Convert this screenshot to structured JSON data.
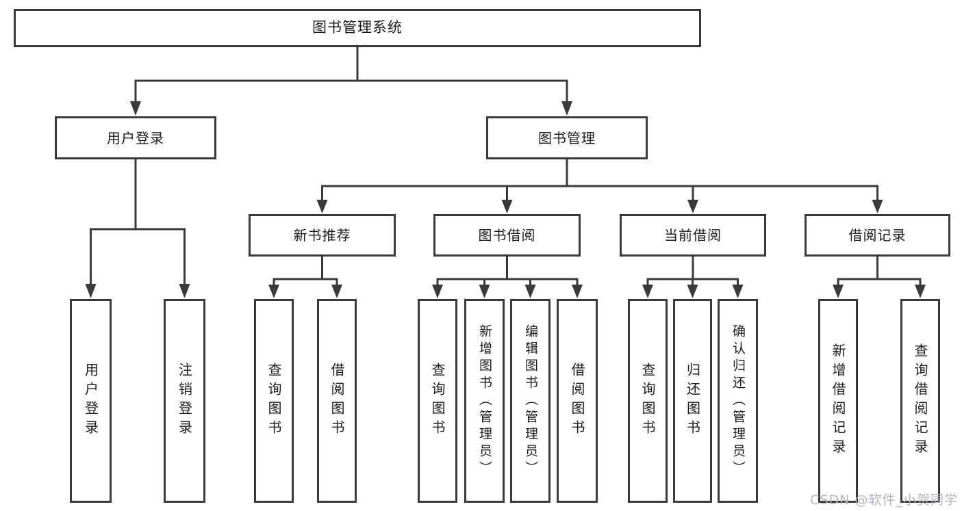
{
  "diagram": {
    "root": {
      "label": "图书管理系统"
    },
    "level2": [
      {
        "label": "用户登录"
      },
      {
        "label": "图书管理"
      }
    ],
    "level3": [
      {
        "label": "新书推荐",
        "parent": "图书管理"
      },
      {
        "label": "图书借阅",
        "parent": "图书管理"
      },
      {
        "label": "当前借阅",
        "parent": "图书管理"
      },
      {
        "label": "借阅记录",
        "parent": "图书管理"
      }
    ],
    "leaves": [
      {
        "label": "用户登录",
        "parent": "用户登录"
      },
      {
        "label": "注销登录",
        "parent": "用户登录"
      },
      {
        "label": "查询图书",
        "parent": "新书推荐"
      },
      {
        "label": "借阅图书",
        "parent": "新书推荐"
      },
      {
        "label": "查询图书",
        "parent": "图书借阅"
      },
      {
        "label": "新增图书（管理员）",
        "parent": "图书借阅"
      },
      {
        "label": "编辑图书（管理员）",
        "parent": "图书借阅"
      },
      {
        "label": "借阅图书",
        "parent": "图书借阅"
      },
      {
        "label": "查询图书",
        "parent": "当前借阅"
      },
      {
        "label": "归还图书",
        "parent": "当前借阅"
      },
      {
        "label": "确认归还（管理员）",
        "parent": "当前借阅"
      },
      {
        "label": "新增借阅记录",
        "parent": "借阅记录"
      },
      {
        "label": "查询借阅记录",
        "parent": "借阅记录"
      }
    ],
    "colors": {
      "line": "#3a3a3a",
      "text": "#1c1c1c",
      "background": "#ffffff"
    }
  },
  "watermark": {
    "text": "CSDN @软件_小贺同学",
    "color": "#b4b4bc"
  }
}
